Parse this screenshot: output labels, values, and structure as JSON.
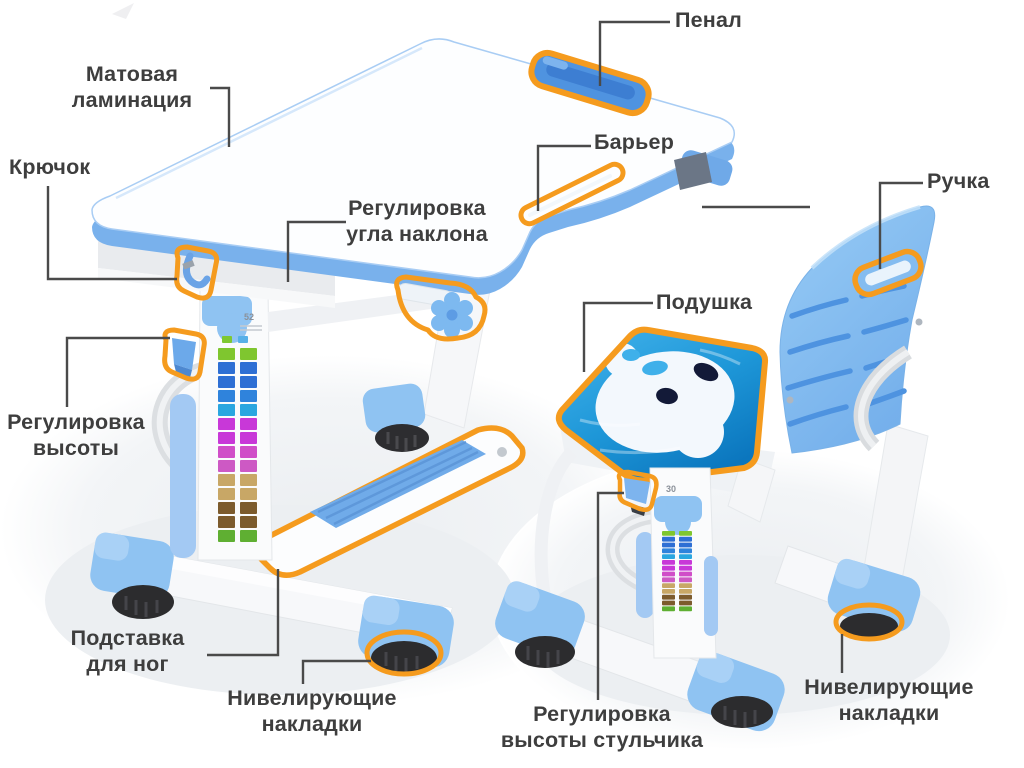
{
  "colors": {
    "highlight_orange": "#F59B1E",
    "product_blue": "#8FC3F2",
    "edge_blue": "#79B1EC",
    "cushion_blue": "#1E97D8",
    "foot_black": "#2C2C2E",
    "label_text": "#3E3E3E",
    "leader_line": "#4A4A4A"
  },
  "labels": [
    {
      "id": "pencil-case",
      "text": "Пенал"
    },
    {
      "id": "matte-lamination",
      "text": "Матовая\nламинация"
    },
    {
      "id": "hook",
      "text": "Крючок"
    },
    {
      "id": "tilt-adjustment",
      "text": "Регулировка\nугла наклона"
    },
    {
      "id": "barrier",
      "text": "Барьер"
    },
    {
      "id": "handle",
      "text": "Ручка"
    },
    {
      "id": "cushion",
      "text": "Подушка"
    },
    {
      "id": "height-adjustment",
      "text": "Регулировка\nвысоты"
    },
    {
      "id": "footrest",
      "text": "Подставка\nдля ног"
    },
    {
      "id": "leveling-pads-desk",
      "text": "Нивелирующие\nнакладки"
    },
    {
      "id": "chair-height-adjustment",
      "text": "Регулировка\nвысоты стульчика"
    },
    {
      "id": "leveling-pads-chair",
      "text": "Нивелирующие\nнакладки"
    }
  ],
  "markers": {
    "desk_height": "52",
    "chair_height": "30"
  },
  "height_scale_colors": [
    "#7FC62F",
    "#2E6FD4",
    "#2E6FD4",
    "#2F83DC",
    "#2AA6E0",
    "#C838D8",
    "#C838D8",
    "#D04EC8",
    "#CD59C4",
    "#C8A766",
    "#C8A766",
    "#7C5B2D",
    "#7C5B2D",
    "#5FAF32"
  ]
}
